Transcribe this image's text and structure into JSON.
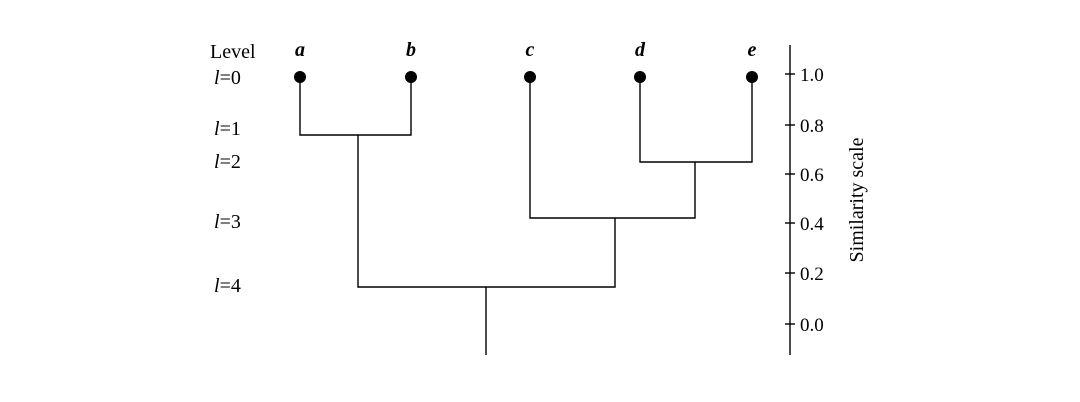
{
  "diagram": {
    "level_header": "Level",
    "level_symbol": "l",
    "levels": [
      {
        "label": "=0",
        "similarity": 1.0
      },
      {
        "label": "=1",
        "similarity": 0.8
      },
      {
        "label": "=2",
        "similarity": 0.64
      },
      {
        "label": "=3",
        "similarity": 0.42
      },
      {
        "label": "=4",
        "similarity": 0.15
      }
    ],
    "leaves": [
      "a",
      "b",
      "c",
      "d",
      "e"
    ],
    "merges": [
      {
        "left": "a",
        "right": "b",
        "similarity": 0.76
      },
      {
        "left": "d",
        "right": "e",
        "similarity": 0.64
      },
      {
        "left": "c",
        "right": "de",
        "similarity": 0.42
      },
      {
        "left": "ab",
        "right": "cde",
        "similarity": 0.15
      }
    ],
    "root_stem_to": -0.12,
    "axis": {
      "title": "Similarity scale",
      "ticks": [
        "1.0",
        "0.8",
        "0.6",
        "0.4",
        "0.2",
        "0.0"
      ],
      "range": [
        -0.12,
        1.12
      ]
    },
    "colors": {
      "ink": "#000000",
      "background": "#ffffff"
    }
  }
}
